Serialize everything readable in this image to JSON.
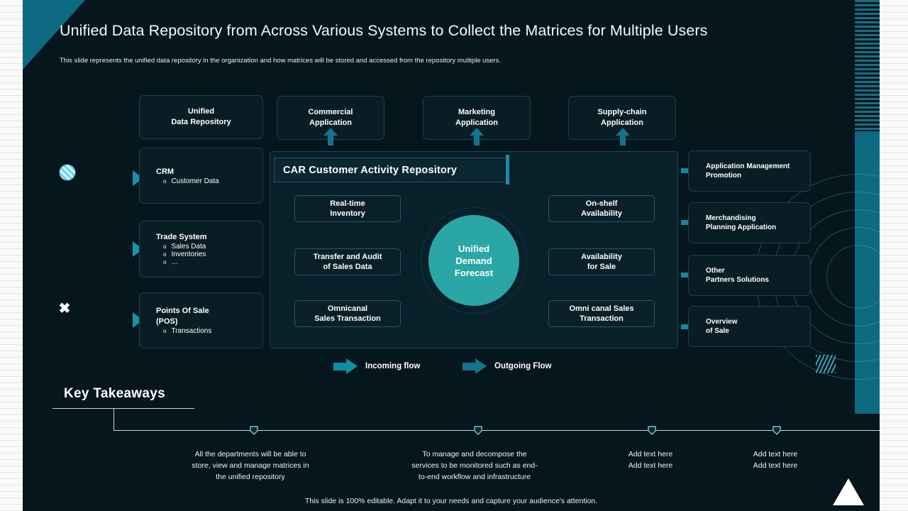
{
  "header": {
    "title": "Unified Data Repository from Across Various Systems to Collect the Matrices for Multiple Users",
    "subtitle": "This slide represents the unified data repository in the organization and how matrices will be stored and accessed from the repository multiple users."
  },
  "colors": {
    "teal_accent": "#0e6a82",
    "hub_teal": "#2aa6a6",
    "arrow_incoming": "#0d8fa2",
    "arrow_outgoing": "#16738d",
    "canvas_bg": "#05161c"
  },
  "left_sources": [
    {
      "title": "Unified",
      "title2": "Data Repository",
      "bullets": [],
      "has_arrow": false
    },
    {
      "title": "CRM",
      "title2": "",
      "bullets": [
        "Customer Data"
      ],
      "has_arrow": true
    },
    {
      "title": "Trade System",
      "title2": "",
      "bullets": [
        "Sales Data",
        "Inventories",
        "…"
      ],
      "has_arrow": true
    },
    {
      "title": "Points Of Sale",
      "title2": "(POS)",
      "bullets": [
        "Transactions"
      ],
      "has_arrow": true
    }
  ],
  "top_applications": [
    {
      "line1": "Commercial",
      "line2": "Application"
    },
    {
      "line1": "Marketing",
      "line2": "Application"
    },
    {
      "line1": "Supply-chain",
      "line2": "Application"
    }
  ],
  "car_panel": {
    "title": "CAR Customer Activity Repository",
    "hub": {
      "line1": "Unified",
      "line2": "Demand",
      "line3": "Forecast"
    },
    "left_items": [
      {
        "line1": "Real-time",
        "line2": "Inventory"
      },
      {
        "line1": "Transfer and Audit",
        "line2": "of Sales Data"
      },
      {
        "line1": "Omnicanal",
        "line2": "Sales Transaction"
      }
    ],
    "right_items": [
      {
        "line1": "On-shelf",
        "line2": "Availability"
      },
      {
        "line1": "Availability",
        "line2": "for Sale"
      },
      {
        "line1": "Omni canal Sales",
        "line2": "Transaction"
      }
    ]
  },
  "right_consumers": [
    {
      "line1": "Application  Management",
      "line2": "Promotion"
    },
    {
      "line1": "Merchandising",
      "line2": "Planning  Application"
    },
    {
      "line1": "Other",
      "line2": "Partners Solutions"
    },
    {
      "line1": "Overview",
      "line2": "of  Sale"
    }
  ],
  "legend": [
    {
      "label": "Incoming flow",
      "color": "#0d8fa2"
    },
    {
      "label": "Outgoing Flow",
      "color": "#16738d"
    }
  ],
  "key_takeaways": {
    "heading": "Key Takeaways",
    "items": [
      {
        "lines": [
          "All the departments  will be able to",
          "store, view  and  manage   matrices in",
          "the unified  repository"
        ]
      },
      {
        "lines": [
          "To  manage  and decompose  the",
          "services to be monitored  such as end-",
          "to-end workflow  and infrastructure"
        ]
      },
      {
        "lines": [
          "Add text here",
          "Add text here"
        ]
      },
      {
        "lines": [
          "Add text here",
          "Add text here"
        ]
      }
    ]
  },
  "footer": {
    "note": "This slide is 100% editable. Adapt it to your needs and capture your audience's attention."
  }
}
